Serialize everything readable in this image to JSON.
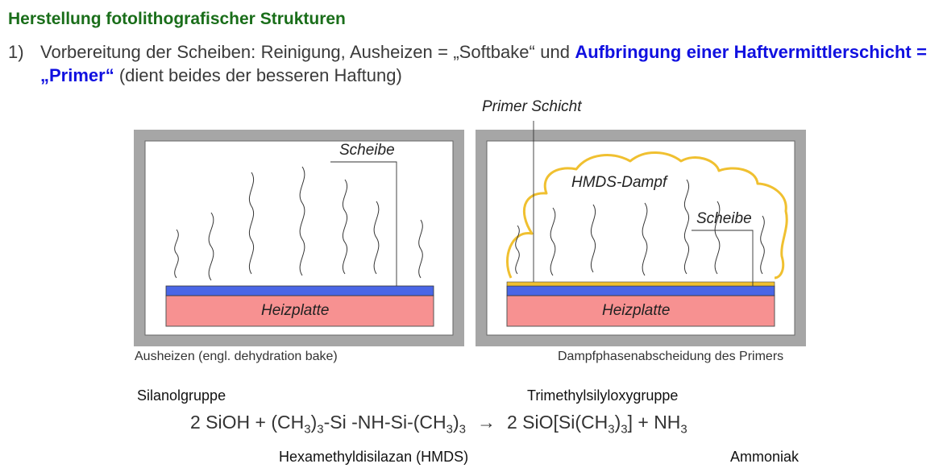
{
  "title": "Herstellung fotolithografischer Strukturen",
  "item": {
    "number": "1)",
    "text_before": "Vorbereitung der Scheiben: Reinigung, Ausheizen = „Softbake“ und ",
    "text_bold": "Aufbringung einer Haftvermittlerschicht = „Primer“",
    "text_after": " (dient beides der besseren Haftung)"
  },
  "left_panel": {
    "wafer_label": "Scheibe",
    "hotplate_label": "Heizplatte",
    "caption": "Ausheizen (engl. dehydration bake)"
  },
  "right_panel": {
    "primer_label": "Primer Schicht",
    "vapor_label": "HMDS-Dampf",
    "wafer_label": "Scheibe",
    "hotplate_label": "Heizplatte",
    "caption": "Dampfphasenabscheidung des Primers"
  },
  "chemistry": {
    "label_silanol": "Silanolgruppe",
    "label_trimethyl": "Trimethylsilyloxygruppe",
    "label_hmds": "Hexamethyldisilazan (HMDS)",
    "label_ammonia": "Ammoniak",
    "eq_1": "2 SiOH  +  (CH",
    "eq_sub_1": "3",
    "eq_2": ")",
    "eq_sub_2": "3",
    "eq_3": "-Si -NH-Si-(CH",
    "eq_sub_3": "3",
    "eq_4": ")",
    "eq_sub_4": "3",
    "eq_arrow": "→",
    "eq_5": "2 SiO[Si(CH",
    "eq_sub_5": "3",
    "eq_6": ")",
    "eq_sub_6": "3",
    "eq_7": "]  +  NH",
    "eq_sub_7": "3"
  },
  "colors": {
    "title": "#1a6e1a",
    "highlight": "#1010e0",
    "chamber_wall": "#a6a6a6",
    "wafer": "#4a66e6",
    "hotplate": "#f79191",
    "primer_vapor": "#f0c030"
  }
}
